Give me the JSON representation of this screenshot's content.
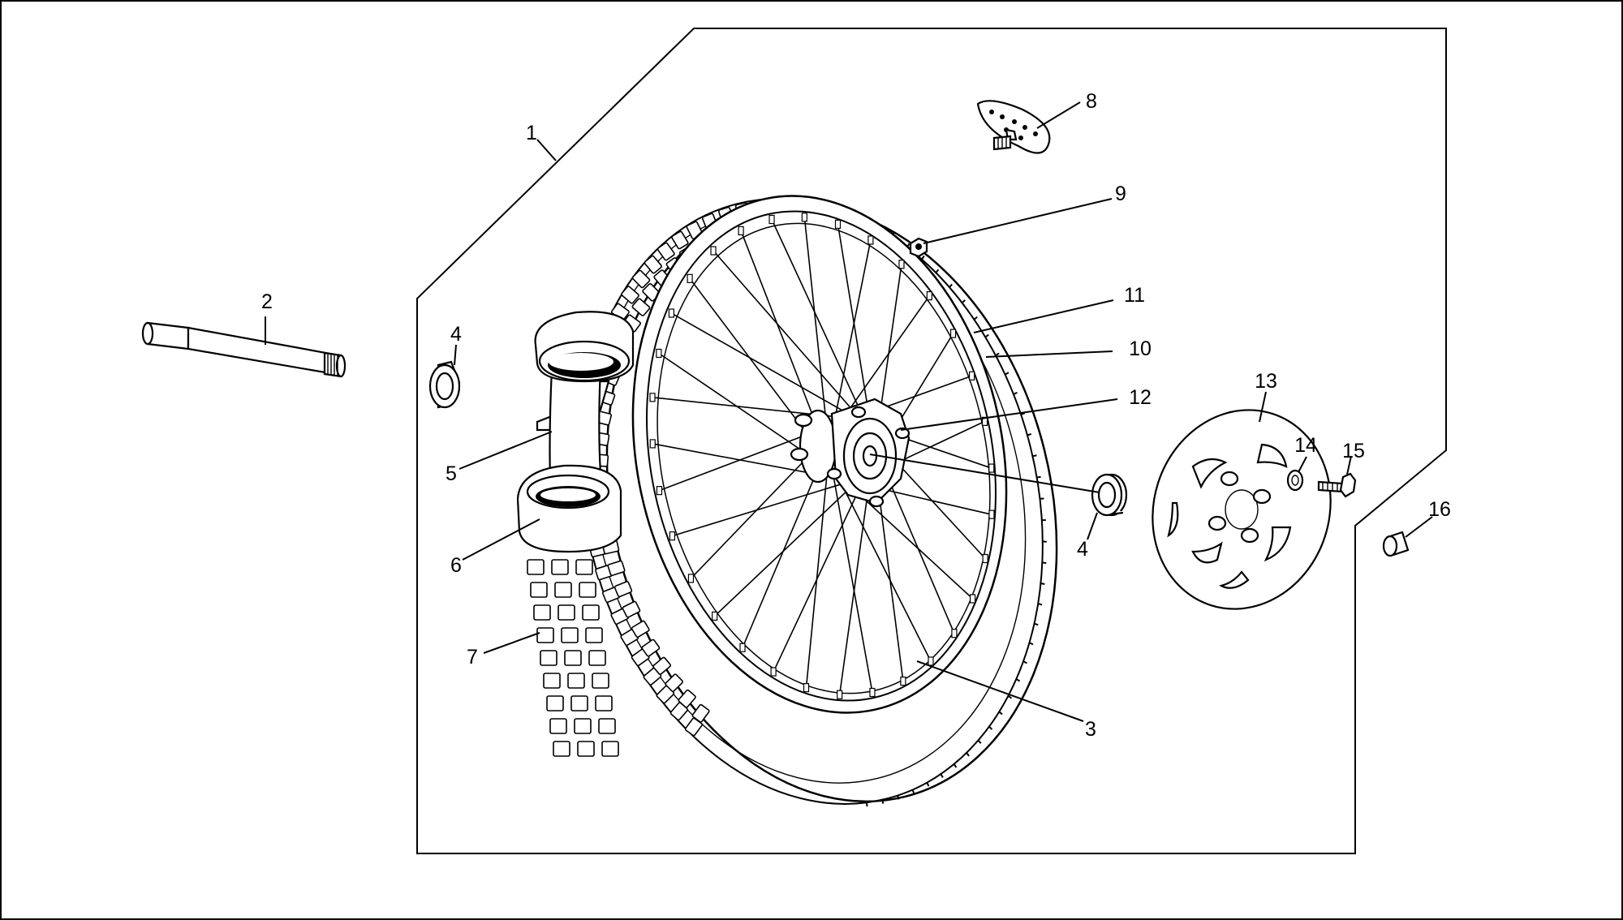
{
  "diagram": {
    "callouts": [
      {
        "id": "1",
        "label": "1"
      },
      {
        "id": "2",
        "label": "2"
      },
      {
        "id": "3",
        "label": "3"
      },
      {
        "id": "4a",
        "label": "4"
      },
      {
        "id": "4b",
        "label": "4"
      },
      {
        "id": "5",
        "label": "5"
      },
      {
        "id": "6",
        "label": "6"
      },
      {
        "id": "7",
        "label": "7"
      },
      {
        "id": "8",
        "label": "8"
      },
      {
        "id": "9",
        "label": "9"
      },
      {
        "id": "10",
        "label": "10"
      },
      {
        "id": "11",
        "label": "11"
      },
      {
        "id": "12",
        "label": "12"
      },
      {
        "id": "13",
        "label": "13"
      },
      {
        "id": "14",
        "label": "14"
      },
      {
        "id": "15",
        "label": "15"
      },
      {
        "id": "16",
        "label": "16"
      }
    ]
  }
}
